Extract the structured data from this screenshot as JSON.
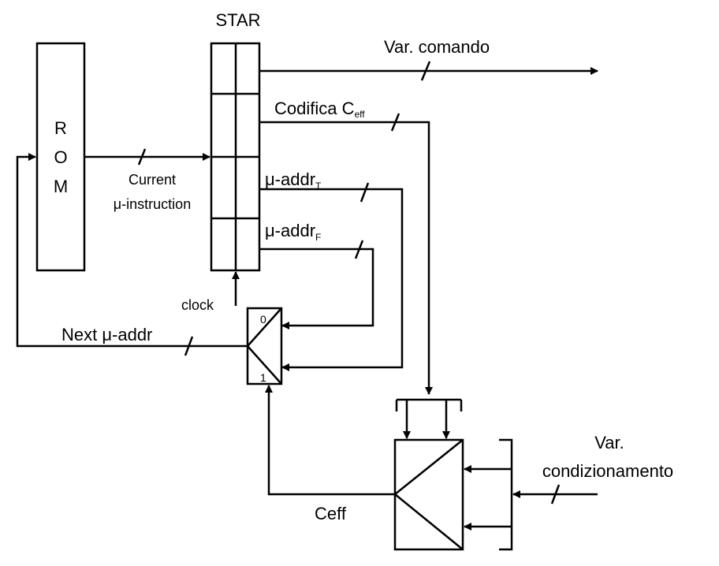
{
  "labels": {
    "star": "STAR",
    "rom_letters": [
      "R",
      "O",
      "M"
    ],
    "var_comando": "Var. comando",
    "codifica": "Codifica C",
    "codifica_sub": "eff",
    "mu_addr_t": "μ-addr",
    "mu_addr_t_sub": "T",
    "mu_addr_f": "μ-addr",
    "mu_addr_f_sub": "F",
    "current": "Current",
    "mu_instruction": "μ-instruction",
    "clock": "clock",
    "next_mu_addr": "Next μ-addr",
    "mux_0": "0",
    "mux_1": "1",
    "ceff": "Ceff",
    "var": "Var.",
    "condizionamento": "condizionamento"
  }
}
